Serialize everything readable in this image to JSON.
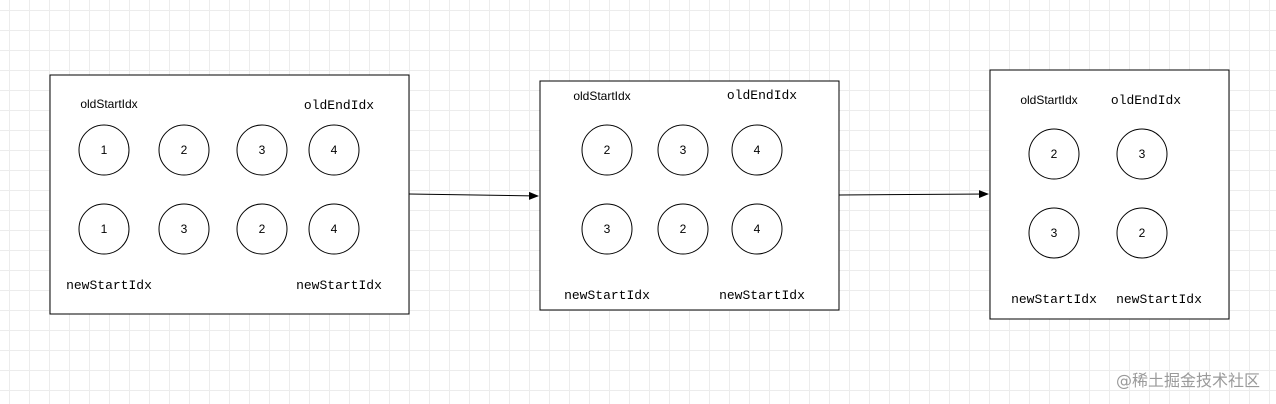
{
  "diagram": {
    "colors": {
      "stroke": "#000000",
      "text": "#111111",
      "grid": "#ececec"
    },
    "panels": [
      {
        "top_labels": [
          "oldStartIdx",
          "oldEndIdx"
        ],
        "bottom_labels": [
          "newStartIdx",
          "newStartIdx"
        ],
        "top_row": [
          "1",
          "2",
          "3",
          "4"
        ],
        "bottom_row": [
          "1",
          "3",
          "2",
          "4"
        ]
      },
      {
        "top_labels": [
          "oldStartIdx",
          "oldEndIdx"
        ],
        "bottom_labels": [
          "newStartIdx",
          "newStartIdx"
        ],
        "top_row": [
          "2",
          "3",
          "4"
        ],
        "bottom_row": [
          "3",
          "2",
          "4"
        ]
      },
      {
        "top_labels": [
          "oldStartIdx",
          "oldEndIdx"
        ],
        "bottom_labels": [
          "newStartIdx",
          "newStartIdx"
        ],
        "top_row": [
          "2",
          "3"
        ],
        "bottom_row": [
          "3",
          "2"
        ]
      }
    ]
  },
  "watermark": "@稀土掘金技术社区"
}
